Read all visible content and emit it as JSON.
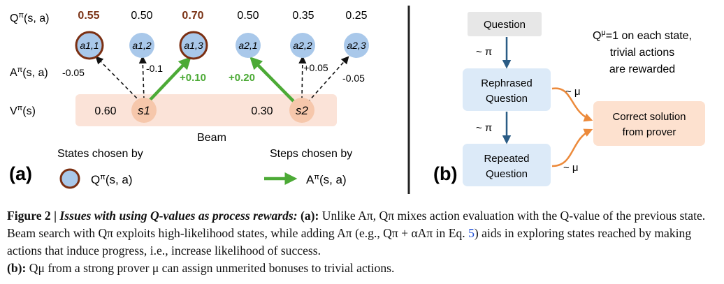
{
  "panel_a": {
    "label": "(a)",
    "row_q": "Qπ(s, a)",
    "row_a": "Aπ(s, a)",
    "row_v": "Vπ(s)",
    "q_values": [
      "0.55",
      "0.50",
      "0.70",
      "0.50",
      "0.35",
      "0.25"
    ],
    "actions": [
      "a1,1",
      "a1,2",
      "a1,3",
      "a2,1",
      "a2,2",
      "a2,3"
    ],
    "advantages": [
      "-0.05",
      "-0.1",
      "+0.10",
      "+0.20",
      "+0.05",
      "-0.05"
    ],
    "states": [
      "s1",
      "s2"
    ],
    "state_values": [
      "0.60",
      "0.30"
    ],
    "beam_label": "Beam",
    "legend_states_title": "States chosen by",
    "legend_states_value": "Qπ(s, a)",
    "legend_steps_title": "Steps chosen by",
    "legend_steps_value": "Aπ(s, a)"
  },
  "panel_b": {
    "label": "(b)",
    "box_question": "Question",
    "box_rephrased": [
      "Rephrased",
      "Question"
    ],
    "box_repeated": [
      "Repeated",
      "Question"
    ],
    "box_correct": [
      "Correct solution",
      "from prover"
    ],
    "pi_label": "~ π",
    "mu_label": "~ μ",
    "note": [
      "Qμ=1 on each state,",
      "trivial actions",
      "are rewarded"
    ]
  },
  "caption": {
    "figure_label": "Figure 2 |",
    "title": "Issues with using Q-values as process rewards:",
    "part_a_label": "(a):",
    "part_a_text_1": "Unlike Aπ, Qπ mixes action evaluation with the Q-value of the previous state. Beam search with Qπ exploits high-likelihood states, while adding Aπ (e.g., Qπ + αAπ in Eq.",
    "eq_ref": "5",
    "part_a_text_2": ") aids in exploring states reached by making actions that induce progress, i.e., increase likelihood of success.",
    "part_b_label": "(b):",
    "part_b_text": "Qμ from a strong prover μ can assign unmerited bonuses to trivial actions."
  },
  "colors": {
    "node_fill": "#a9c8ea",
    "chosen_ring": "#7b2f12",
    "state_fill": "#f6c7ab",
    "beam_band": "#fbe3d8",
    "green_arrow": "#4caa36",
    "bold_q": "#7b3316",
    "box_gray": "#e7e7e7",
    "box_blue": "#dceaf8",
    "box_orange": "#fde1cf",
    "orange_arrow": "#ec8a3b",
    "blue_arrow": "#2a5c85",
    "link": "#1f4fd6"
  }
}
